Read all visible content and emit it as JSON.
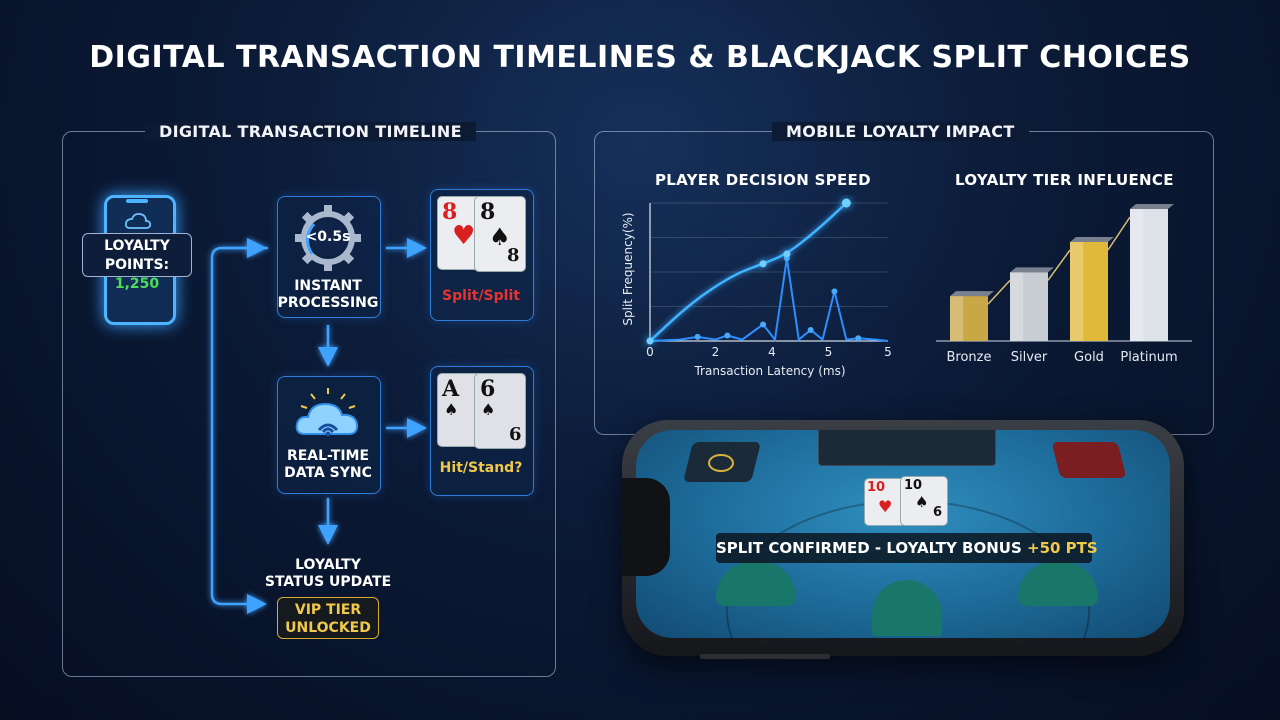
{
  "main_title": "DIGITAL TRANSACTION TIMELINES & BLACKJACK SPLIT CHOICES",
  "left_panel": {
    "title": "DIGITAL TRANSACTION TIMELINE",
    "phone": {
      "line1": "LOYALTY",
      "line2_prefix": "POINTS: ",
      "points": "1,250"
    },
    "processing": {
      "badge": "<0.5s",
      "line1": "INSTANT",
      "line2": "PROCESSING"
    },
    "split_hand": {
      "card1_rank": "8",
      "card1_suit": "♥",
      "card2_rank": "8",
      "card2_suit": "♠",
      "label": "Split/Split"
    },
    "sync": {
      "line1": "REAL-TIME",
      "line2": "DATA SYNC"
    },
    "hit_hand": {
      "card1_rank": "A",
      "card1_suit": "♠",
      "card2_rank": "6",
      "card2_suit": "♠",
      "label": "Hit/Stand?"
    },
    "status": {
      "line1": "LOYALTY",
      "line2": "STATUS UPDATE"
    },
    "vip": {
      "line1": "VIP TIER",
      "line2": "UNLOCKED"
    }
  },
  "right_panel": {
    "title": "MOBILE LOYALTY IMPACT"
  },
  "chart_data": [
    {
      "type": "line",
      "title": "PLAYER DECISION SPEED",
      "xlabel": "Transaction Latency (ms)",
      "ylabel": "Split Frequency(%)",
      "x_tick_labels": [
        "0",
        "2",
        "4",
        "5",
        "5"
      ],
      "grid": true,
      "series": [
        {
          "values": [
            [
              0,
              0
            ],
            [
              1.4,
              28
            ],
            [
              2.8,
              48
            ],
            [
              3.8,
              56
            ],
            [
              4.6,
              63
            ],
            [
              5.6,
              80
            ],
            [
              6.6,
              100
            ]
          ]
        },
        {
          "values": [
            [
              0,
              0
            ],
            [
              1.0,
              1
            ],
            [
              1.6,
              3
            ],
            [
              2.2,
              1
            ],
            [
              2.6,
              4
            ],
            [
              3.1,
              1
            ],
            [
              3.8,
              12
            ],
            [
              4.2,
              1
            ],
            [
              4.6,
              60
            ],
            [
              5.0,
              1
            ],
            [
              5.4,
              8
            ],
            [
              5.8,
              1
            ],
            [
              6.2,
              36
            ],
            [
              6.6,
              1
            ],
            [
              7.0,
              2
            ],
            [
              7.6,
              1
            ],
            [
              8.0,
              0
            ]
          ]
        }
      ]
    },
    {
      "type": "bar",
      "title": "LOYALTY TIER INFLUENCE",
      "categories": [
        "Bronze",
        "Silver",
        "Gold",
        "Platinum"
      ],
      "values": [
        34,
        52,
        75,
        100
      ],
      "colors": [
        "#c9a646",
        "#c8ccd3",
        "#e0b93a",
        "#dde1e8"
      ]
    }
  ],
  "phone_screen": {
    "banner_prefix": "SPLIT CONFIRMED - LOYALTY BONUS ",
    "banner_bonus": "+50 PTS",
    "card1_rank": "10",
    "card2_rank": "10",
    "card2_side": "6"
  }
}
